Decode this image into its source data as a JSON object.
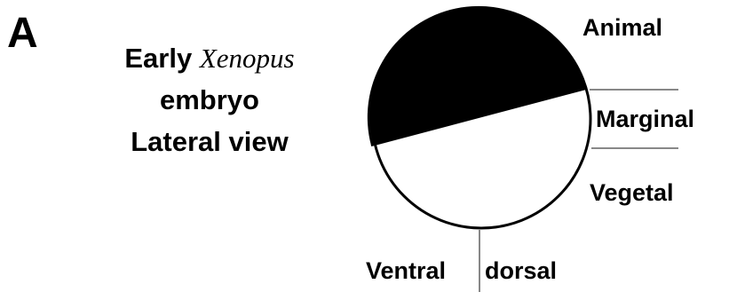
{
  "panel_label": "A",
  "caption": {
    "line1_prefix": "Early",
    "line1_species": "Xenopus",
    "line2": "embryo",
    "line3": "Lateral view"
  },
  "regions": {
    "animal": "Animal",
    "marginal": "Marginal",
    "vegetal": "Vegetal"
  },
  "axis": {
    "ventral": "Ventral",
    "dorsal": "dorsal"
  },
  "colors": {
    "animal_fill": "#000000",
    "vegetal_fill": "#ffffff",
    "outline": "#000000",
    "leader_lines": "#888888"
  }
}
